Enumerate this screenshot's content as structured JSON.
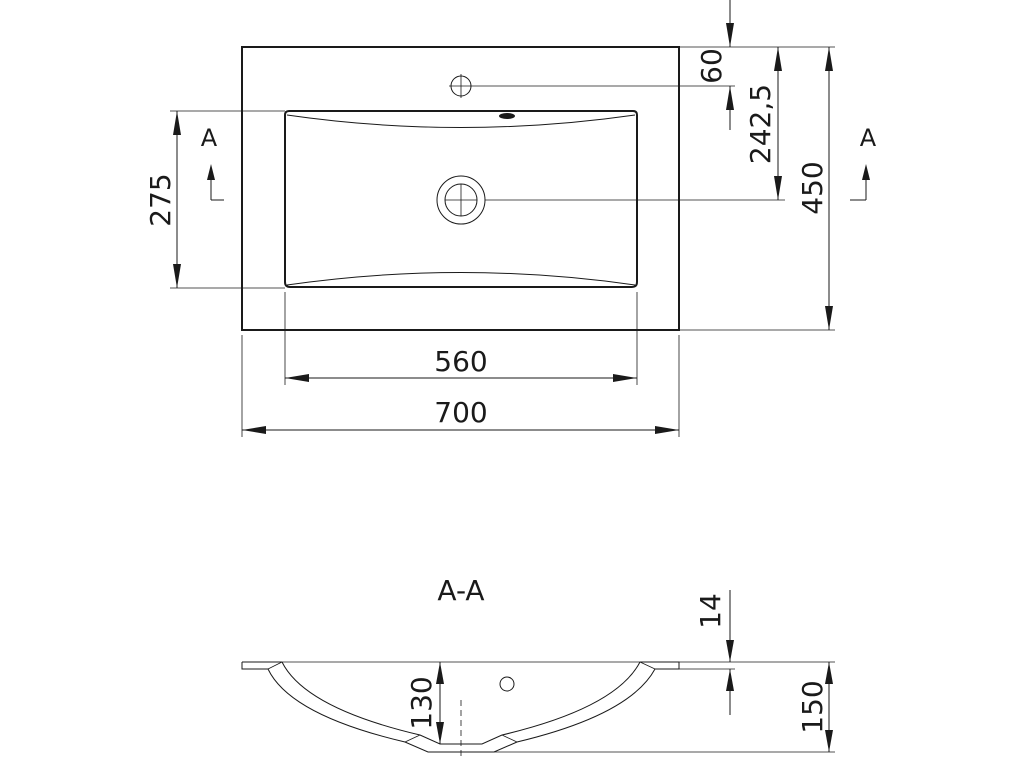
{
  "plan": {
    "dimensions": {
      "overall_width": "700",
      "basin_width": "560",
      "basin_length": "275",
      "overall_depth": "450",
      "tap_hole_offset": "60",
      "drain_offset": "242,5"
    },
    "section_marker": "A"
  },
  "section": {
    "title": "A-A",
    "dimensions": {
      "rim_thickness": "14",
      "basin_depth": "130",
      "overall_height": "150"
    }
  }
}
